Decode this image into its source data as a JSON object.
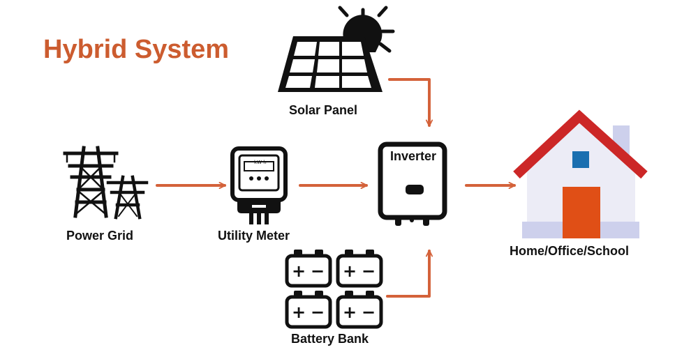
{
  "title": "Hybrid System",
  "colors": {
    "title": "#cc5c2f",
    "arrow": "#d4623a",
    "roof": "#cc2727",
    "house_wall": "#ececf6",
    "house_base": "#cdd0ec",
    "door": "#e04f16",
    "window": "#1a6fb0",
    "chimney": "#cdd0ec"
  },
  "nodes": {
    "solar_panel": {
      "label": "Solar Panel",
      "icon": "solar-panel-icon"
    },
    "power_grid": {
      "label": "Power Grid",
      "icon": "transmission-tower-icon"
    },
    "utility_meter": {
      "label": "Utility Meter",
      "icon": "meter-icon",
      "screen_text": "kW·h"
    },
    "inverter": {
      "label": "Inverter",
      "icon": "inverter-icon"
    },
    "home": {
      "label": "Home/Office/School",
      "icon": "house-icon"
    },
    "battery_bank": {
      "label": "Battery Bank",
      "icon": "battery-icon",
      "battery_symbol": "+ −"
    }
  },
  "connections": [
    {
      "from": "power_grid",
      "to": "utility_meter"
    },
    {
      "from": "utility_meter",
      "to": "inverter"
    },
    {
      "from": "solar_panel",
      "to": "inverter"
    },
    {
      "from": "battery_bank",
      "to": "inverter"
    },
    {
      "from": "inverter",
      "to": "home"
    }
  ]
}
